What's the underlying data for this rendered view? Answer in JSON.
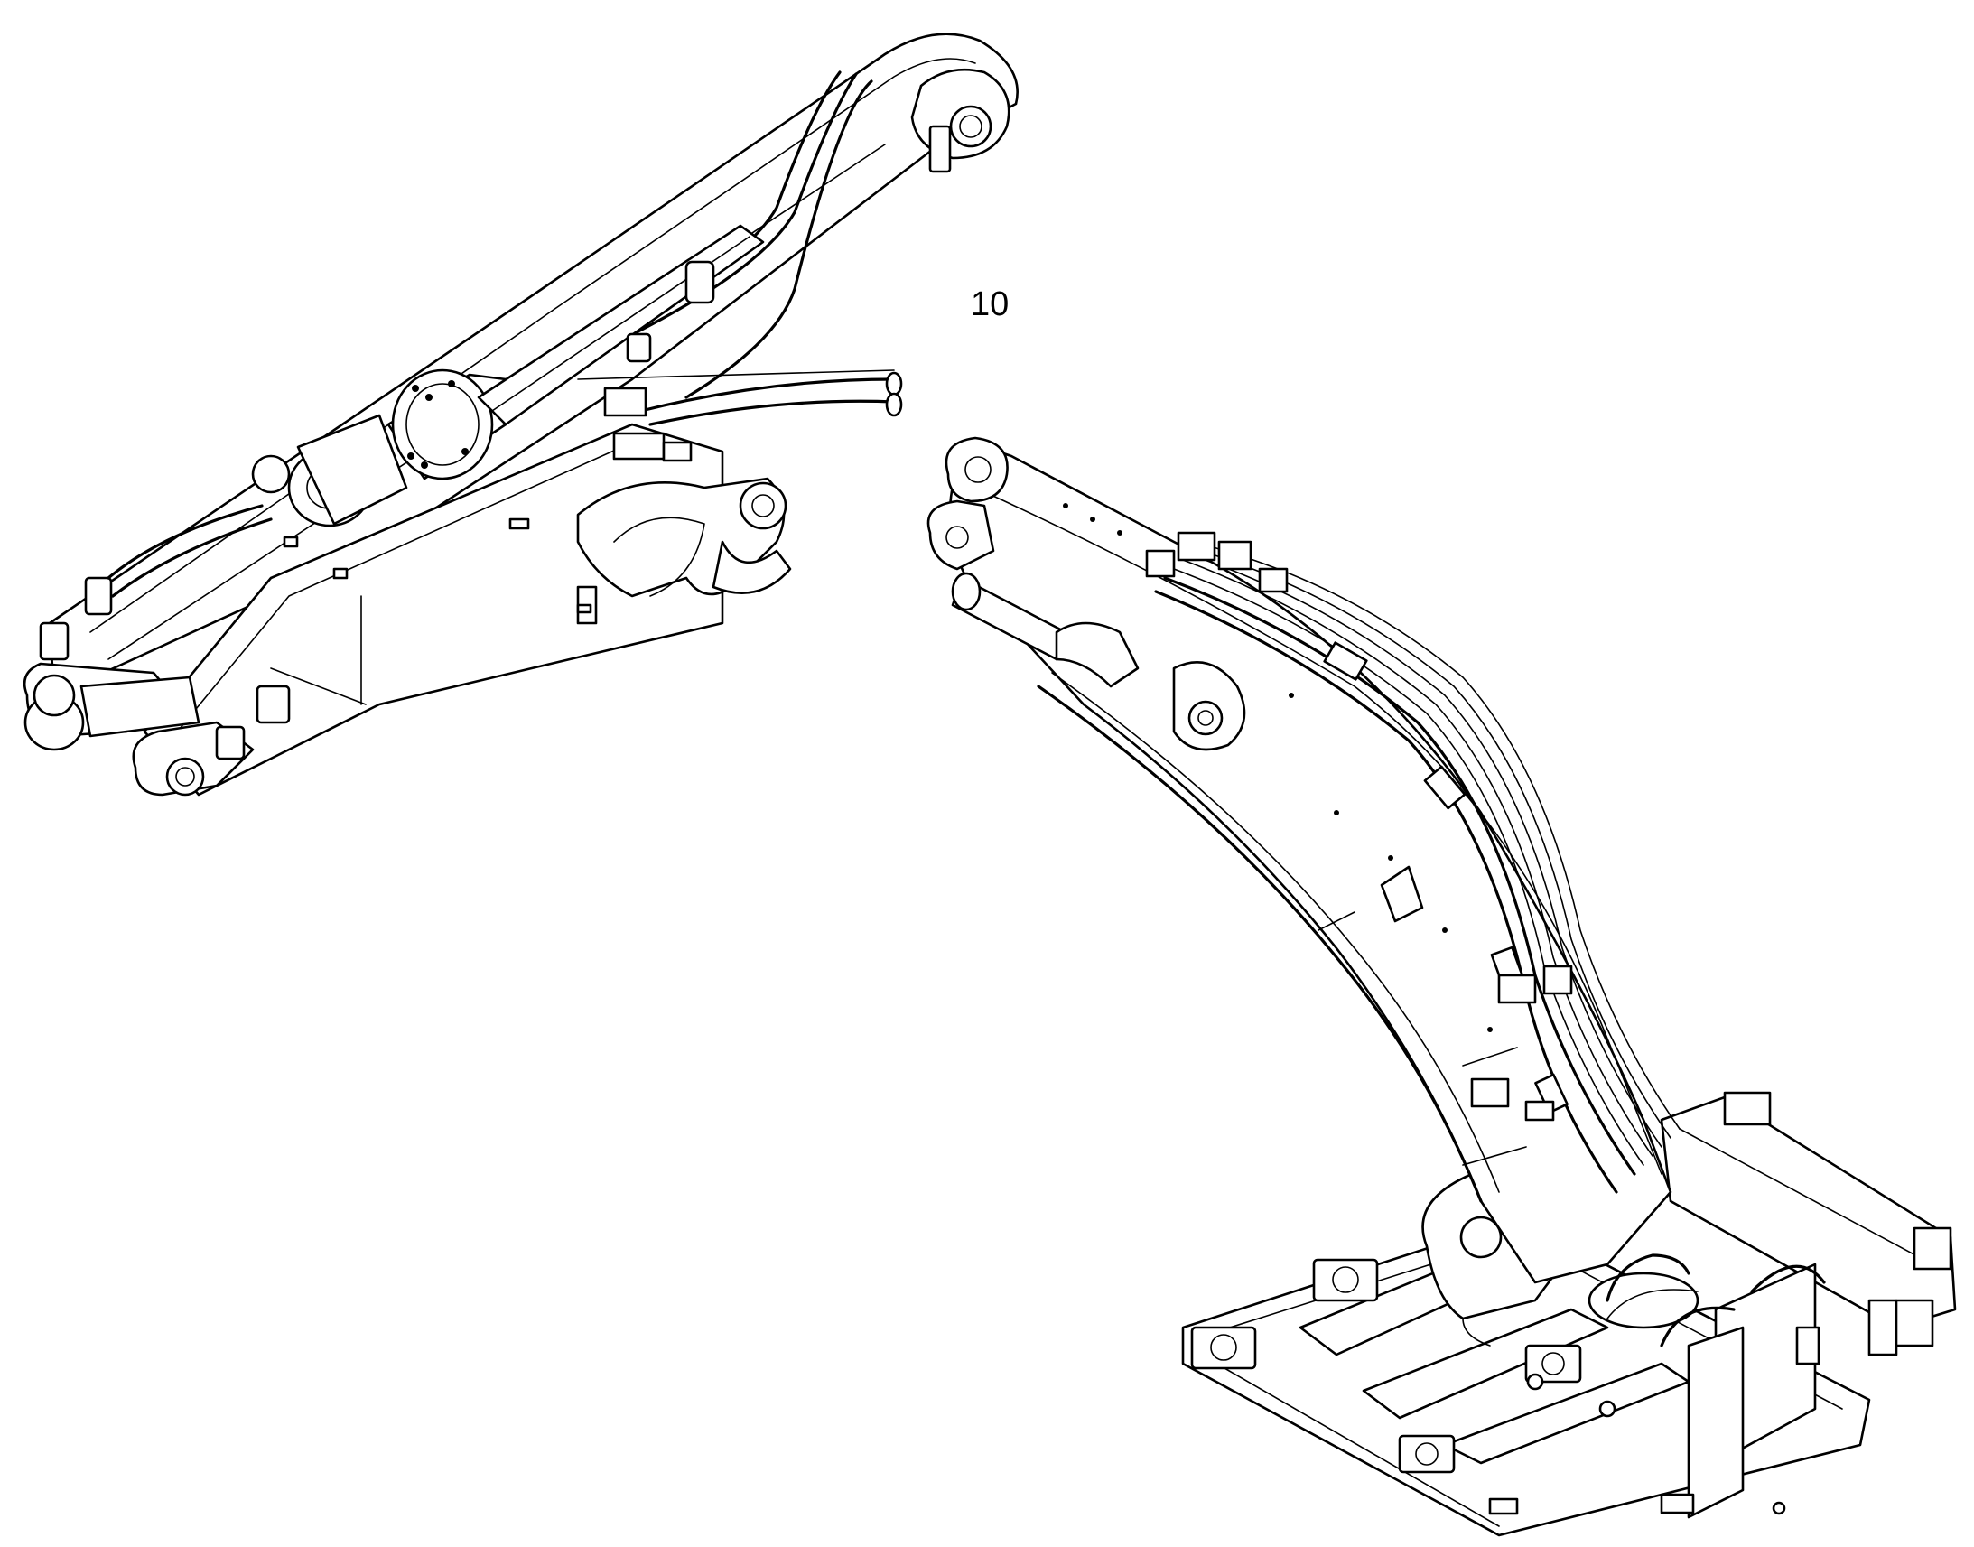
{
  "callout_label": "10",
  "parts": [
    {
      "name": "boom-arm-assembly"
    },
    {
      "name": "boom-with-hose-bundle-and-base-frame"
    }
  ]
}
